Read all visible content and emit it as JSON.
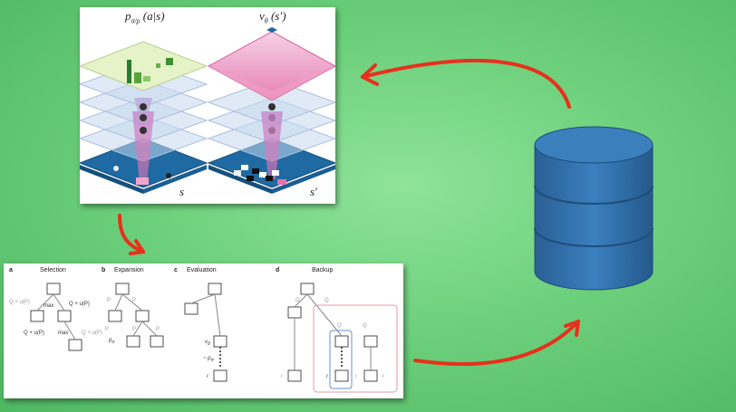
{
  "network_panel": {
    "policy_label": "p",
    "policy_subscript": "σ/ρ",
    "policy_args": "(a|s)",
    "value_label": "v",
    "value_subscript": "θ",
    "value_args": "(s′)",
    "state_left": "s",
    "state_right": "s′"
  },
  "mcts_panel": {
    "steps": [
      {
        "letter": "a",
        "title": "Selection"
      },
      {
        "letter": "b",
        "title": "Expansion"
      },
      {
        "letter": "c",
        "title": "Evaluation"
      },
      {
        "letter": "d",
        "title": "Backup"
      }
    ],
    "selection_labels": {
      "q_u_left": "Q + u(P)",
      "q_u_right": "Q + u(P)",
      "q_u_mid": "Q + u(P)",
      "q_u_far": "Q + u(P)",
      "max_top": "max",
      "max_bottom": "max"
    },
    "expansion_labels": {
      "p1": "P",
      "p2": "P",
      "p3": "P",
      "p4": "P",
      "p5": "P",
      "p_sigma": "p",
      "p_sigma_sub": "σ"
    },
    "evaluation_labels": {
      "v_theta": "v",
      "v_theta_sub": "θ",
      "rollout": "~ p",
      "rollout_sub": "π",
      "r": "r"
    },
    "backup_labels": {
      "q1": "Q",
      "q2": "Q",
      "q3": "Q",
      "q4": "Q",
      "r1": "r",
      "r2": "r",
      "r3": "r",
      "r4": "r"
    }
  },
  "colors": {
    "background": "#6dd07c",
    "arrow": "#e8301c",
    "database": "#2f6fa8",
    "policy_plane": "#e6f2c8",
    "value_plane": "#f7b6d2",
    "board": "#1f6aa3"
  },
  "icons": {
    "database": "database-icon",
    "arrows": "curved-arrow-icon"
  }
}
